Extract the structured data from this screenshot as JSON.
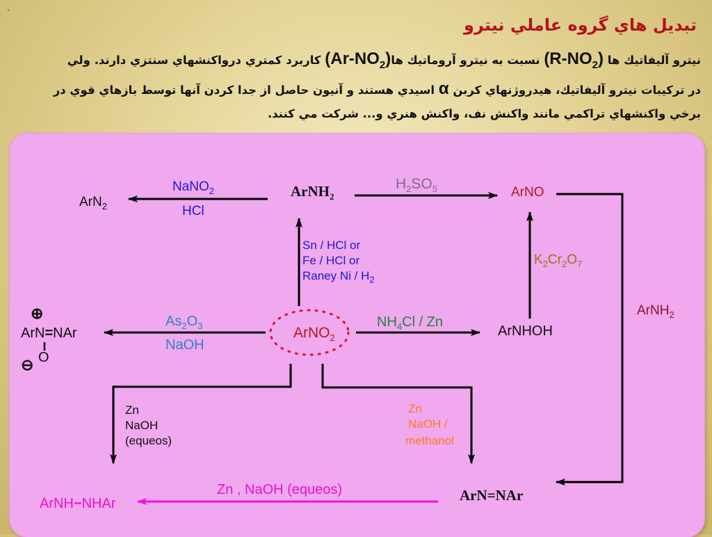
{
  "slide": {
    "dot": ".",
    "title": "تبدیل هاي گروه عاملي نيترو",
    "intro": {
      "line1_part1": "نيترو آليفاتيك ها ",
      "rno2": "(R-NO",
      "rno2_sub": "2",
      "rno2_close": ")",
      "line1_part2": " نسبت به نيترو آروماتيك ها",
      "arno2": "(Ar-NO",
      "arno2_sub": "2",
      "arno2_close": ")",
      "line1_part3": " كاربرد كمتري درواكنشهاي سنتزي دارند. ولي",
      "line2_part1": "در تركيبات نيترو آليفاتيك، هيدروژنهاي كربن ",
      "alpha": "α",
      "line2_part2": " اسيدي هستند و آنيون حاصل از جدا كردن آنها توسط بازهاي قوي در",
      "line3": "برخي واكنشهاي تراكمي مانند واكنش نف، واكنش هنري و... شركت مي كنند."
    }
  },
  "diagram": {
    "arnh2": {
      "base": "ArNH",
      "sub": "2"
    },
    "arn2": {
      "base": "ArN",
      "sub": "2"
    },
    "nano2": {
      "base": "NaNO",
      "sub": "2"
    },
    "hcl": "HCl",
    "h2so5": {
      "pre": "H",
      "sub1": "2",
      "mid": "SO",
      "sub2": "5"
    },
    "arno": "ArNO",
    "sn_line1": "Sn / HCl or",
    "sn_line2": "Fe / HCl or",
    "sn_line3": {
      "base": "Raney Ni / H",
      "sub": "2"
    },
    "k2cr2o7": {
      "p1": "K",
      "s1": "2",
      "p2": "Cr",
      "s2": "2",
      "p3": "O",
      "s3": "7"
    },
    "arnh2_right": {
      "base": "ArNH",
      "sub": "2"
    },
    "as2o3": {
      "p1": "As",
      "s1": "2",
      "p2": "O",
      "s2": "3"
    },
    "naoh": "NaOH",
    "azoxy": {
      "text1": "ArN",
      "eq": "=",
      "text2": "NAr",
      "plus": "⊕",
      "o": "O",
      "minus": "⊖"
    },
    "arno2_center": {
      "base": "ArNO",
      "sub": "2"
    },
    "nh4cl": {
      "p1": "NH",
      "s1": "4",
      "p2": "Cl / Zn"
    },
    "arnhoh": "ArNHOH",
    "zn_left": {
      "l1": "Zn",
      "l2": "NaOH",
      "l3": "(equeos)"
    },
    "zn_right": {
      "l1": "Zn",
      "l2": "NaOH /",
      "l3": "methanol"
    },
    "zn_bottom": "Zn , NaOH (equeos)",
    "hydrazo": {
      "t1": "ArNH",
      "dash": "−",
      "t2": "NHAr"
    },
    "azo": "ArN=NAr"
  }
}
